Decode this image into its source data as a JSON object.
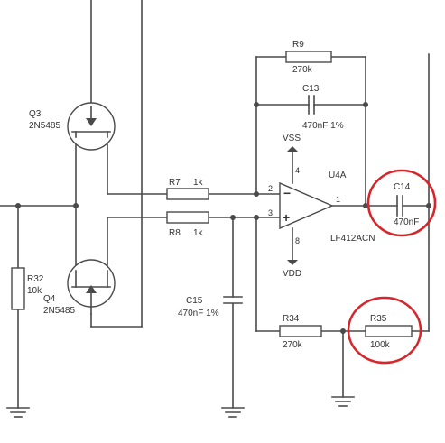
{
  "colors": {
    "ink": "#4a4a4a",
    "highlight": "#d6262b",
    "background": "#ffffff"
  },
  "components": {
    "q3": {
      "ref": "Q3",
      "part": "2N5485"
    },
    "q4": {
      "ref": "Q4",
      "part": "2N5485"
    },
    "r32": {
      "ref": "R32",
      "value": "10k"
    },
    "r7": {
      "ref": "R7",
      "value": "1k"
    },
    "r8": {
      "ref": "R8",
      "value": "1k"
    },
    "r9": {
      "ref": "R9",
      "value": "270k"
    },
    "c13": {
      "ref": "C13",
      "value": "470nF 1%"
    },
    "u4a": {
      "ref": "U4A",
      "part": "LF412ACN",
      "supply_pos": "VSS",
      "supply_neg": "VDD",
      "pin_inv": "2",
      "pin_noninv": "3",
      "pin_out": "1",
      "pin_vss": "4",
      "pin_vdd": "8",
      "sign_minus": "−",
      "sign_plus": "+"
    },
    "c14": {
      "ref": "C14",
      "value": "470nF"
    },
    "c15": {
      "ref": "C15",
      "value": "470nF 1%"
    },
    "r34": {
      "ref": "R34",
      "value": "270k"
    },
    "r35": {
      "ref": "R35",
      "value": "100k"
    }
  },
  "highlights": [
    "c14",
    "r35"
  ]
}
